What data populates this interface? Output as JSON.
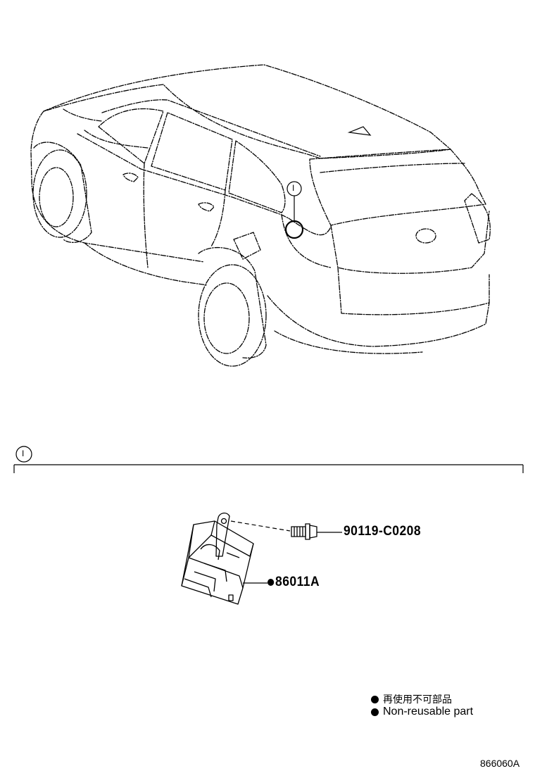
{
  "callout": {
    "top_label": "I",
    "section_label": "I"
  },
  "parts": {
    "bolt_number": "90119-C0208",
    "module_number": "86011A"
  },
  "legend": {
    "line_ja": "再使用不可部品",
    "line_en": "Non-reusable part"
  },
  "diagram_ref": "866060A"
}
